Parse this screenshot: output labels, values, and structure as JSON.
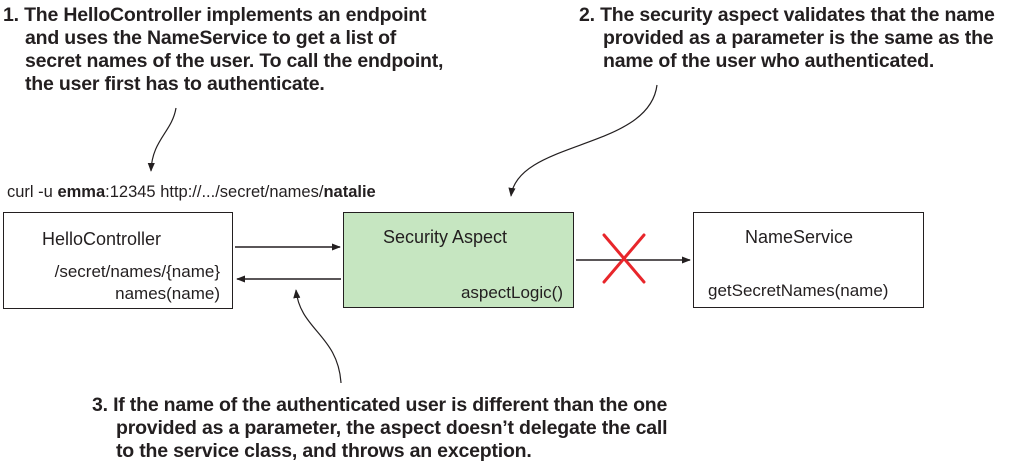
{
  "notes": {
    "n1": [
      "1. The HelloController implements an endpoint",
      "and uses the NameService to get a list of",
      "secret names of the user. To call the endpoint,",
      "the user first has to authenticate."
    ],
    "n2": [
      "2. The security aspect validates that the name",
      "provided as a parameter is the same as the",
      "name of the user who authenticated."
    ],
    "n3": [
      "3. If the name of the authenticated user is different than the one",
      "provided as a parameter, the aspect doesn’t delegate the call",
      "to the service class, and throws an exception."
    ]
  },
  "curl": {
    "prefix": "curl -u ",
    "user": "emma",
    "middle": ":12345 http://.../secret/names/",
    "name": "natalie"
  },
  "boxes": {
    "hello": {
      "title": "HelloController",
      "line1": "/secret/names/{name}",
      "line2": "names(name)"
    },
    "aspect": {
      "title": "Security Aspect",
      "method": "aspectLogic()"
    },
    "service": {
      "title": "NameService",
      "method": "getSecretNames(name)"
    }
  },
  "colors": {
    "aspect_fill": "#c6e6c1",
    "cross": "#e8262b",
    "ink": "#231f20"
  }
}
